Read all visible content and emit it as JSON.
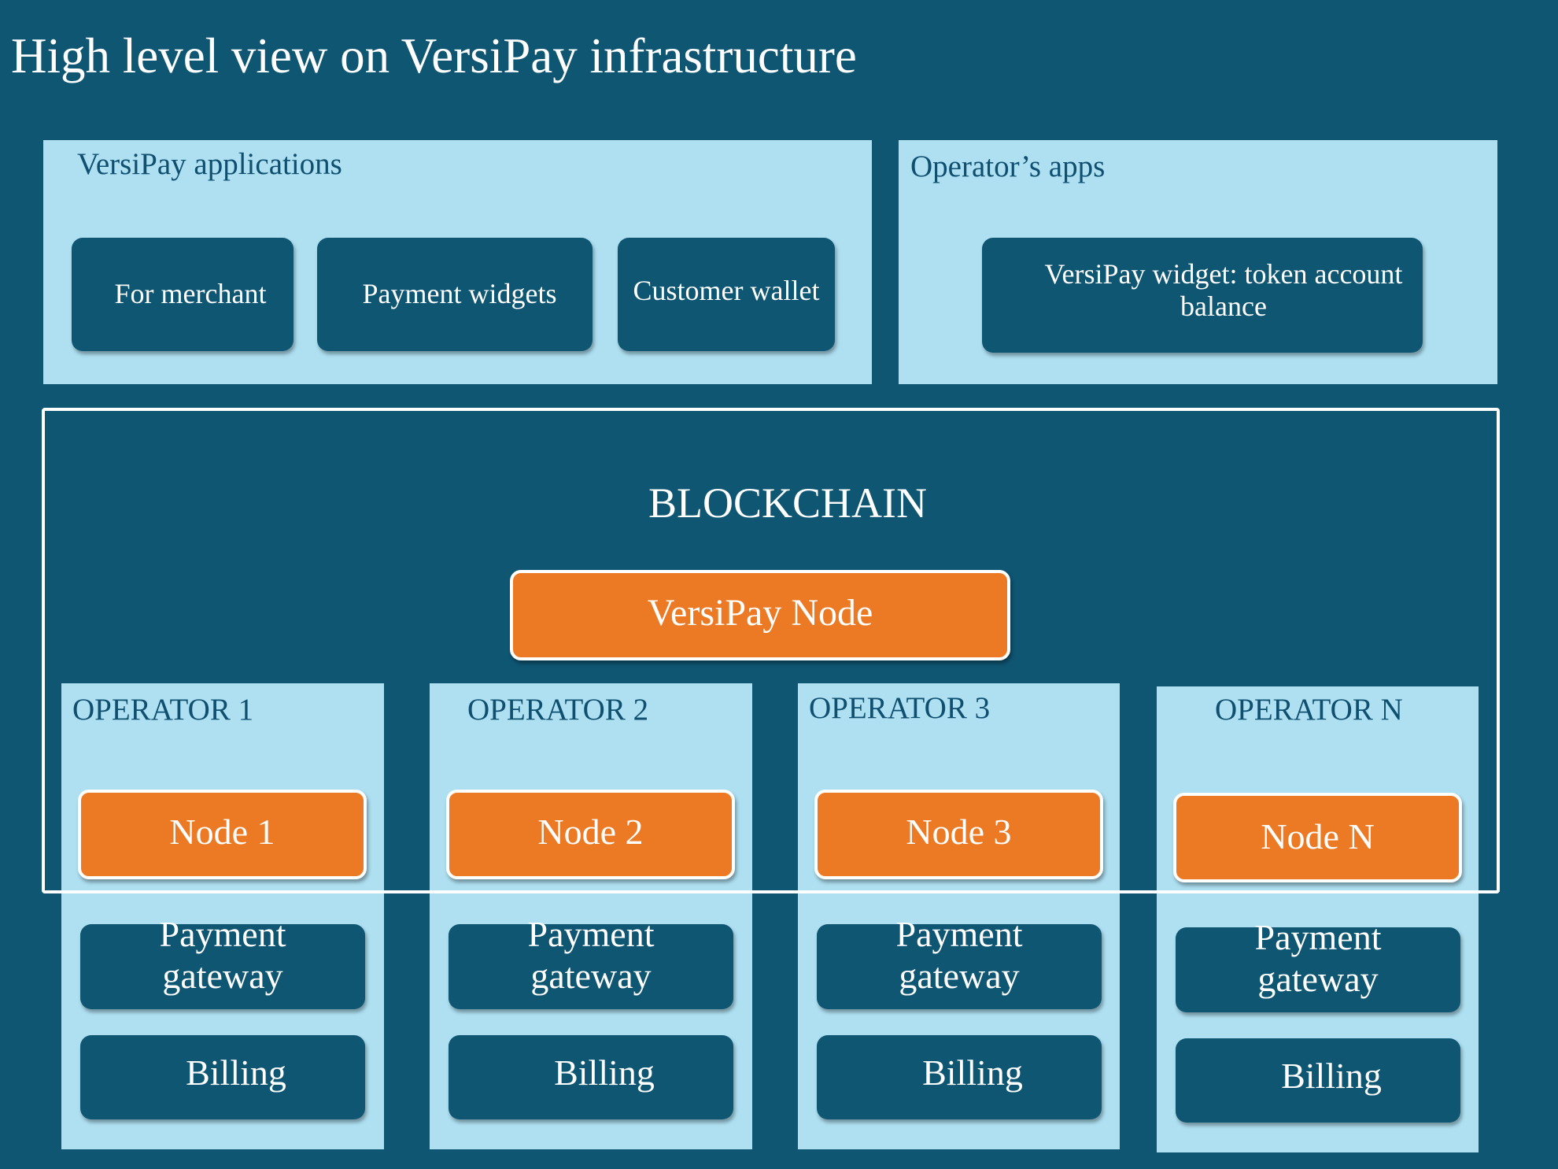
{
  "title": "High level view on VersiPay infrastructure",
  "apps_panel": {
    "label": "VersiPay applications",
    "items": [
      "For merchant",
      "Payment widgets",
      "Customer wallet"
    ]
  },
  "operator_apps_panel": {
    "label": "Operator’s apps",
    "widget": {
      "line1": "VersiPay widget:  token account",
      "line2": "balance"
    }
  },
  "blockchain": {
    "label": "BLOCKCHAIN",
    "main_node": "VersiPay Node"
  },
  "operators": [
    {
      "label": "OPERATOR 1",
      "node": "Node 1",
      "gateway_line1": "Payment",
      "gateway_line2": "gateway",
      "billing": "Billing"
    },
    {
      "label": "OPERATOR 2",
      "node": "Node 2",
      "gateway_line1": "Payment",
      "gateway_line2": "gateway",
      "billing": "Billing"
    },
    {
      "label": "OPERATOR 3",
      "node": "Node 3",
      "gateway_line1": "Payment",
      "gateway_line2": "gateway",
      "billing": "Billing"
    },
    {
      "label": "OPERATOR N",
      "node": "Node N",
      "gateway_line1": "Payment",
      "gateway_line2": "gateway",
      "billing": "Billing"
    }
  ],
  "colors": {
    "background": "#0f5673",
    "panel": "#aee0f2",
    "node": "#ec7a24",
    "label_text": "#0f4f70"
  }
}
